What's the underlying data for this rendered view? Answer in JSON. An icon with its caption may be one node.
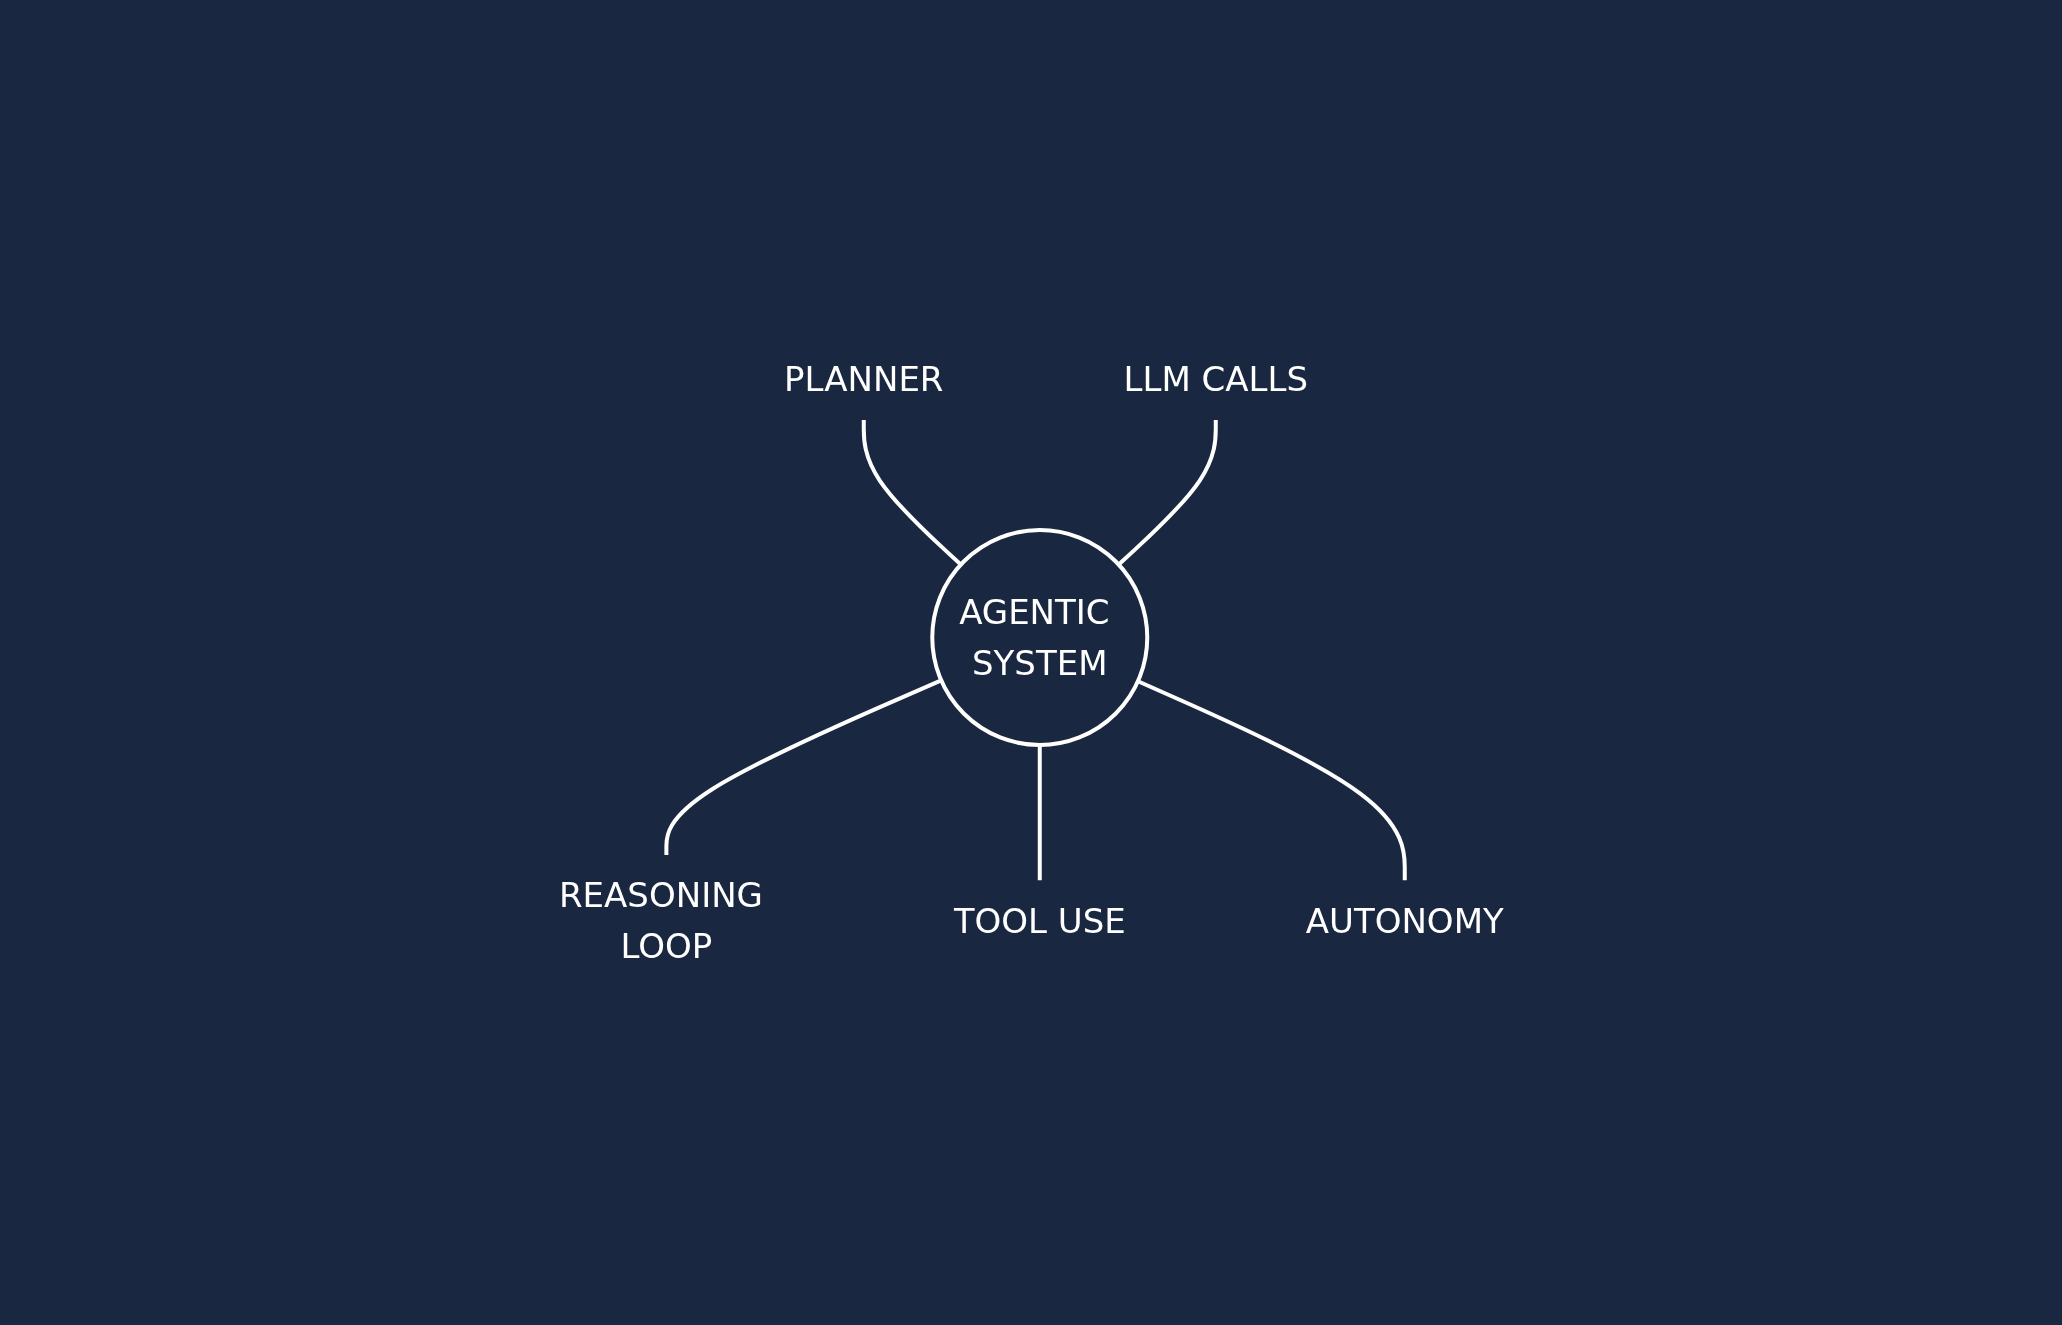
{
  "diagram": {
    "nodes": [
      {
        "text": [
          "PLANNER"
        ]
      },
      {
        "text": [
          "LLM CALLS"
        ]
      },
      {
        "text": [
          "AGENTIC SYSTEM"
        ]
      },
      {
        "text": [
          "REASONING LOOP"
        ]
      },
      {
        "text": [
          "TOOL USE"
        ]
      },
      {
        "text": [
          "AUTONOMY"
        ]
      }
    ],
    "edges": [
      {
        "from": 0,
        "to": 2,
        "arrow": "none"
      },
      {
        "from": 1,
        "to": 2,
        "arrow": "none"
      },
      {
        "from": 2,
        "to": 3,
        "arrow": "none"
      },
      {
        "from": 2,
        "to": 4,
        "arrow": "none"
      },
      {
        "from": 2,
        "to": 5,
        "arrow": "none"
      }
    ]
  }
}
